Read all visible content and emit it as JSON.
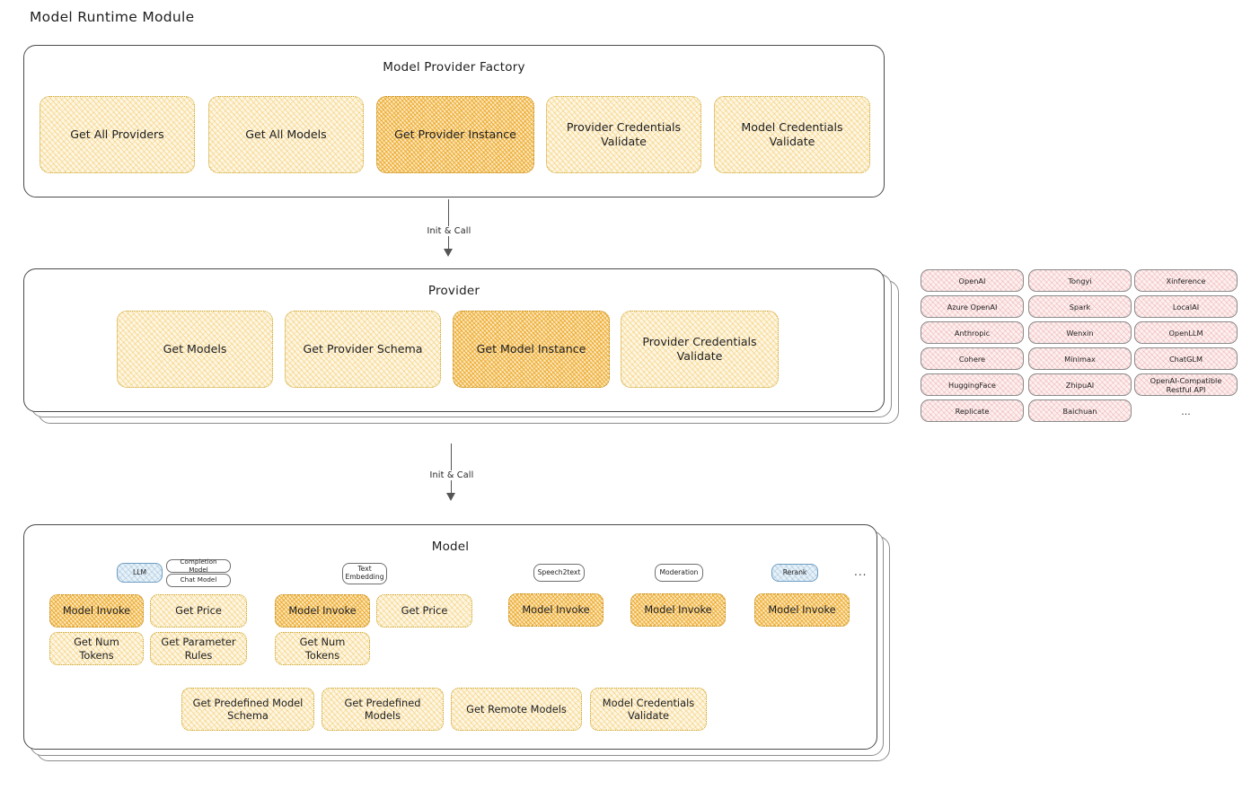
{
  "page": {
    "title": "Model Runtime Module"
  },
  "factory": {
    "title": "Model Provider Factory",
    "nodes": [
      {
        "label": "Get All Providers",
        "highlighted": false
      },
      {
        "label": "Get All Models",
        "highlighted": false
      },
      {
        "label": "Get Provider Instance",
        "highlighted": true
      },
      {
        "label": "Provider Credentials Validate",
        "highlighted": false
      },
      {
        "label": "Model Credentials Validate",
        "highlighted": false
      }
    ]
  },
  "arrows": [
    {
      "label": "Init & Call",
      "from": "Model Provider Factory",
      "to": "Provider"
    },
    {
      "label": "Init & Call",
      "from": "Provider",
      "to": "Model"
    }
  ],
  "provider": {
    "title": "Provider",
    "stacked": true,
    "stack_layers": 2,
    "nodes": [
      {
        "label": "Get Models",
        "highlighted": false
      },
      {
        "label": "Get Provider Schema",
        "highlighted": false
      },
      {
        "label": "Get Model Instance",
        "highlighted": true
      },
      {
        "label": "Provider Credentials Validate",
        "highlighted": false
      }
    ]
  },
  "provider_list": {
    "columns": [
      {
        "items": [
          "OpenAI",
          "Azure OpenAI",
          "Anthropic",
          "Cohere",
          "HuggingFace",
          "Replicate"
        ]
      },
      {
        "items": [
          "Tongyi",
          "Spark",
          "Wenxin",
          "Minimax",
          "ZhipuAI",
          "Baichuan"
        ]
      },
      {
        "items": [
          "Xinference",
          "LocalAI",
          "OpenLLM",
          "ChatGLM",
          "OpenAI-Compatible Restful API",
          "..."
        ]
      }
    ]
  },
  "model": {
    "title": "Model",
    "stacked": true,
    "stack_layers": 2,
    "overflow_indicator": "...",
    "types": [
      {
        "badge": "LLM",
        "badge_style": "blue",
        "sub_badges": [
          "Completion Model",
          "Chat Model"
        ],
        "methods": [
          {
            "label": "Model Invoke",
            "highlighted": true
          },
          {
            "label": "Get Price",
            "highlighted": false
          },
          {
            "label": "Get Num Tokens",
            "highlighted": false
          },
          {
            "label": "Get Parameter Rules",
            "highlighted": false
          }
        ]
      },
      {
        "badge": "Text Embedding",
        "badge_style": "plain",
        "sub_badges": [],
        "methods": [
          {
            "label": "Model Invoke",
            "highlighted": true
          },
          {
            "label": "Get Price",
            "highlighted": false
          },
          {
            "label": "Get Num Tokens",
            "highlighted": false
          }
        ]
      },
      {
        "badge": "Speech2text",
        "badge_style": "plain",
        "sub_badges": [],
        "methods": [
          {
            "label": "Model Invoke",
            "highlighted": true
          }
        ]
      },
      {
        "badge": "Moderation",
        "badge_style": "plain",
        "sub_badges": [],
        "methods": [
          {
            "label": "Model Invoke",
            "highlighted": true
          }
        ]
      },
      {
        "badge": "Rerank",
        "badge_style": "blue",
        "sub_badges": [],
        "methods": [
          {
            "label": "Model Invoke",
            "highlighted": true
          }
        ]
      }
    ],
    "shared_methods": [
      {
        "label": "Get Predefined Model Schema"
      },
      {
        "label": "Get Predefined Models"
      },
      {
        "label": "Get Remote Models"
      },
      {
        "label": "Model Credentials Validate"
      }
    ]
  },
  "colors": {
    "node_fill": "#fdf6e3",
    "node_hatch": "#f0b83c",
    "node_highlight_fill": "#fbe9bf",
    "node_highlight_hatch": "#eba019",
    "chip_fill": "#fdf0f0",
    "chip_hatch": "#e07878",
    "badge_blue_fill": "#e7f1f8",
    "stroke": "#4a4a4a",
    "text": "#1e1e1e"
  }
}
